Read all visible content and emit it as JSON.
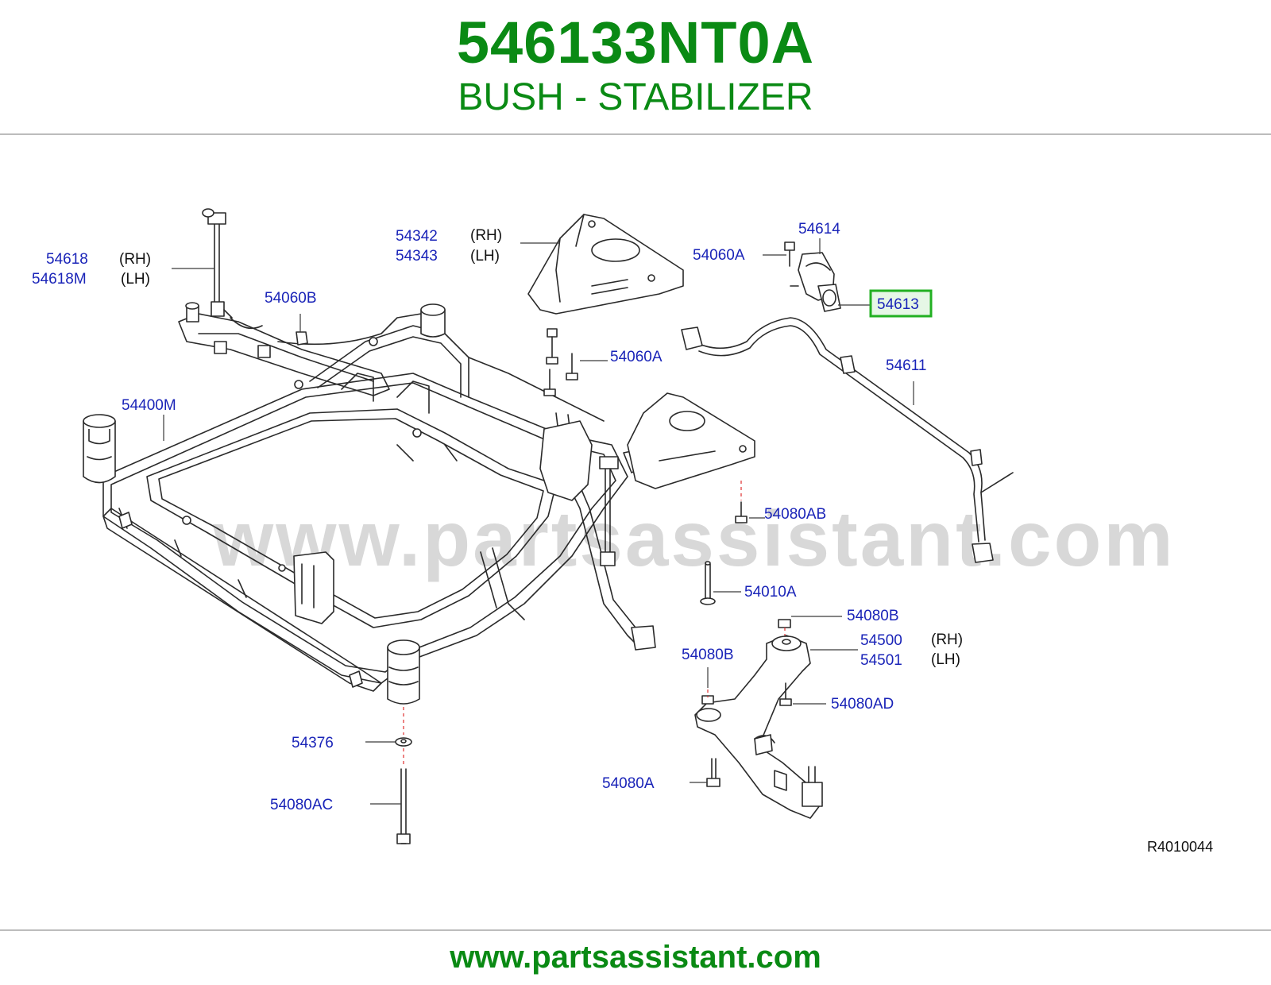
{
  "header": {
    "part_number": "546133NT0A",
    "description": "BUSH - STABILIZER"
  },
  "diagram": {
    "watermark": "www.partsassistant.com",
    "code": "R4010044",
    "highlight_color": "#22b022",
    "callouts": {
      "c54618": "54618",
      "c54618m": "54618M",
      "c54618_rh": "(RH)",
      "c54618m_lh": "(LH)",
      "c54060b": "54060B",
      "c54342": "54342",
      "c54343": "54343",
      "c54342_rh": "(RH)",
      "c54343_lh": "(LH)",
      "c54060a_top": "54060A",
      "c54614": "54614",
      "c54613": "54613",
      "c54060a_mid": "54060A",
      "c54611": "54611",
      "c54400m": "54400M",
      "c54080ab": "54080AB",
      "c54010a": "54010A",
      "c54080b_right": "54080B",
      "c54500": "54500",
      "c54501": "54501",
      "c54500_rh": "(RH)",
      "c54501_lh": "(LH)",
      "c54080b_left": "54080B",
      "c54080ad": "54080AD",
      "c54376": "54376",
      "c54080ac": "54080AC",
      "c54080a": "54080A"
    }
  },
  "footer": {
    "url": "www.partsassistant.com"
  }
}
